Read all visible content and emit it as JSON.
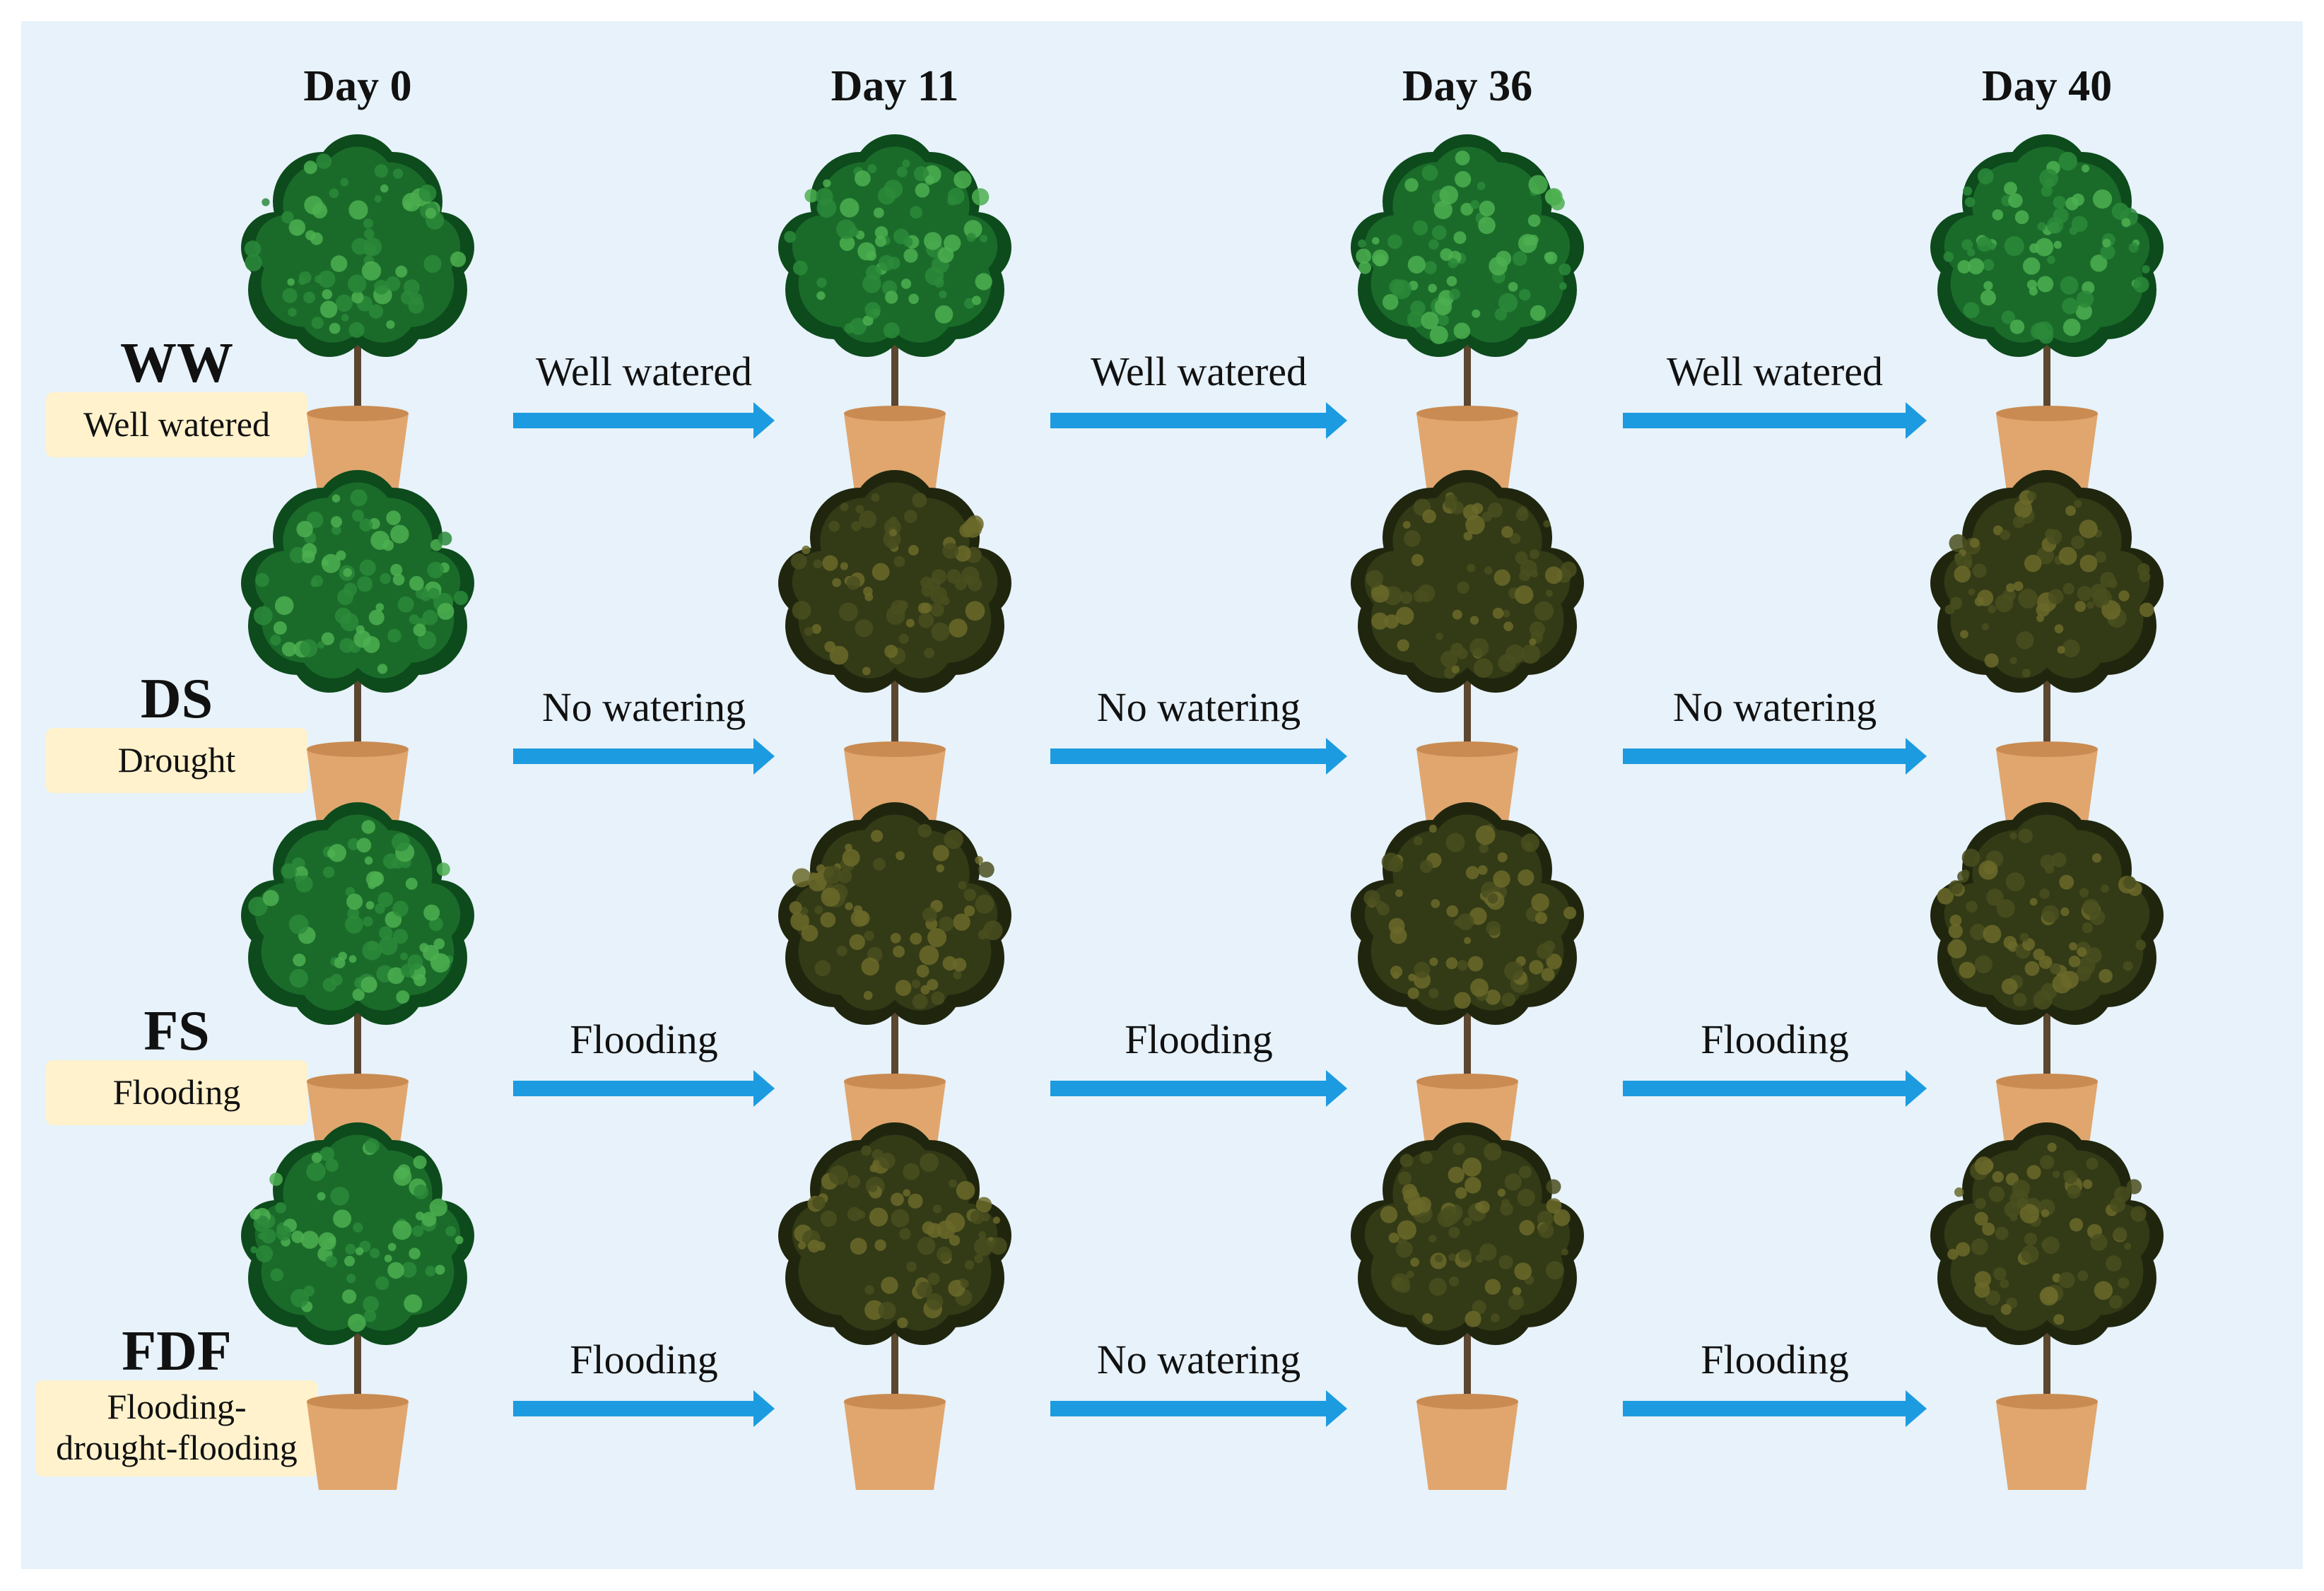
{
  "colors": {
    "background": "#e7f2fa",
    "name_box": "#fff2cc",
    "arrow": "#1d9be0",
    "pot": "#e0a66e",
    "pot_rim": "#c98b51",
    "trunk": "#5b4630",
    "healthy_leaf": [
      "#0d4a1c",
      "#1a6b2a",
      "#2b8a3a",
      "#4caf50"
    ],
    "stressed_leaf": [
      "#20260e",
      "#333a16",
      "#4a4f1f",
      "#6b6a2a"
    ]
  },
  "days": [
    "Day 0",
    "Day 11",
    "Day 36",
    "Day 40"
  ],
  "treatments": [
    {
      "code": "WW",
      "name_lines": [
        "Well watered"
      ],
      "transitions": [
        "Well watered",
        "Well watered",
        "Well watered"
      ],
      "plant_health": [
        "healthy",
        "healthy",
        "healthy",
        "healthy"
      ]
    },
    {
      "code": "DS",
      "name_lines": [
        "Drought"
      ],
      "transitions": [
        "No watering",
        "No watering",
        "No watering"
      ],
      "plant_health": [
        "healthy",
        "stressed",
        "stressed",
        "stressed"
      ]
    },
    {
      "code": "FS",
      "name_lines": [
        "Flooding"
      ],
      "transitions": [
        "Flooding",
        "Flooding",
        "Flooding"
      ],
      "plant_health": [
        "healthy",
        "stressed",
        "stressed",
        "stressed"
      ]
    },
    {
      "code": "FDF",
      "name_lines": [
        "Flooding-",
        "drought-flooding"
      ],
      "transitions": [
        "Flooding",
        "No watering",
        "Flooding"
      ],
      "plant_health": [
        "healthy",
        "stressed",
        "stressed",
        "stressed"
      ]
    }
  ]
}
